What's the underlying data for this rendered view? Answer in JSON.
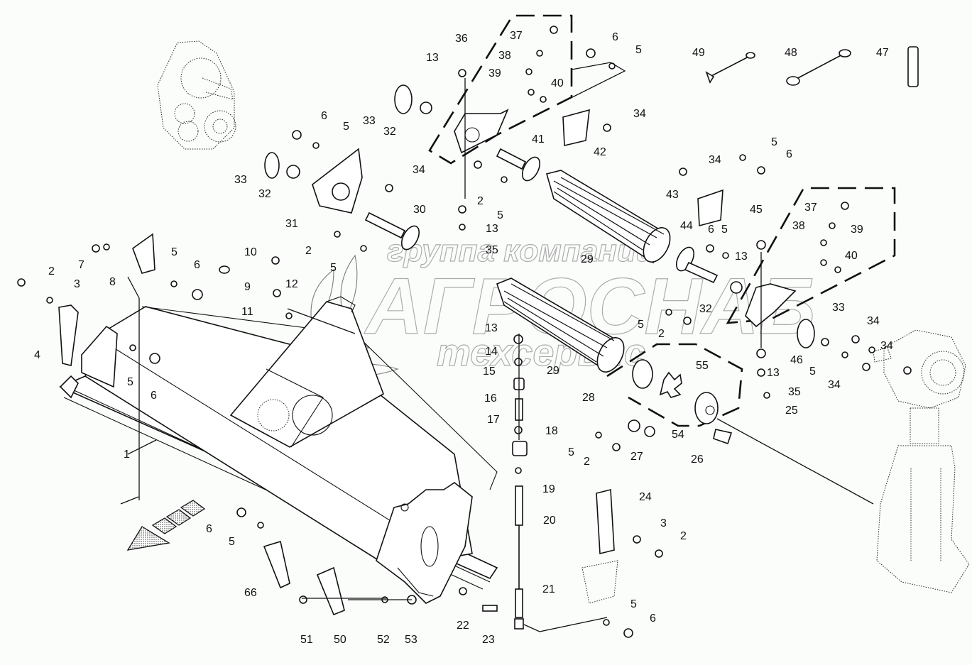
{
  "diagram": {
    "type": "exploded-parts-diagram",
    "watermark": {
      "line1": "группа компаний",
      "line2": "АГРОСНАБ",
      "line3": "техсервис"
    },
    "callouts": {
      "c1": "1",
      "c2a": "2",
      "c2b": "2",
      "c2c": "2",
      "c2d": "2",
      "c2e": "2",
      "c2f": "2",
      "c3a": "3",
      "c3b": "3",
      "c4": "4",
      "c5a": "5",
      "c5b": "5",
      "c5c": "5",
      "c5d": "5",
      "c5e": "5",
      "c5f": "5",
      "c5g": "5",
      "c5h": "5",
      "c5i": "5",
      "c5j": "5",
      "c5k": "5",
      "c5l": "5",
      "c5m": "5",
      "c6a": "6",
      "c6b": "6",
      "c6c": "6",
      "c6d": "6",
      "c6e": "6",
      "c6f": "6",
      "c6g": "6",
      "c6h": "6",
      "c7": "7",
      "c8": "8",
      "c9": "9",
      "c10": "10",
      "c11": "11",
      "c12": "12",
      "c13a": "13",
      "c13b": "13",
      "c13c": "13",
      "c13d": "13",
      "c13e": "13",
      "c14": "14",
      "c15": "15",
      "c16": "16",
      "c17": "17",
      "c18": "18",
      "c19": "19",
      "c20": "20",
      "c21": "21",
      "c22": "22",
      "c23": "23",
      "c24": "24",
      "c25": "25",
      "c26": "26",
      "c27": "27",
      "c28": "28",
      "c29a": "29",
      "c29b": "29",
      "c30": "30",
      "c31": "31",
      "c32a": "32",
      "c32b": "32",
      "c32c": "32",
      "c33a": "33",
      "c33b": "33",
      "c33c": "33",
      "c34a": "34",
      "c34b": "34",
      "c34c": "34",
      "c34d": "34",
      "c34e": "34",
      "c34f": "34",
      "c35a": "35",
      "c35b": "35",
      "c36": "36",
      "c37a": "37",
      "c37b": "37",
      "c38a": "38",
      "c38b": "38",
      "c39a": "39",
      "c39b": "39",
      "c40a": "40",
      "c40b": "40",
      "c41": "41",
      "c42": "42",
      "c43": "43",
      "c44": "44",
      "c45": "45",
      "c46": "46",
      "c47": "47",
      "c48": "48",
      "c49": "49",
      "c50": "50",
      "c51": "51",
      "c52": "52",
      "c53": "53",
      "c54": "54",
      "c55": "55",
      "c66": "66"
    }
  }
}
